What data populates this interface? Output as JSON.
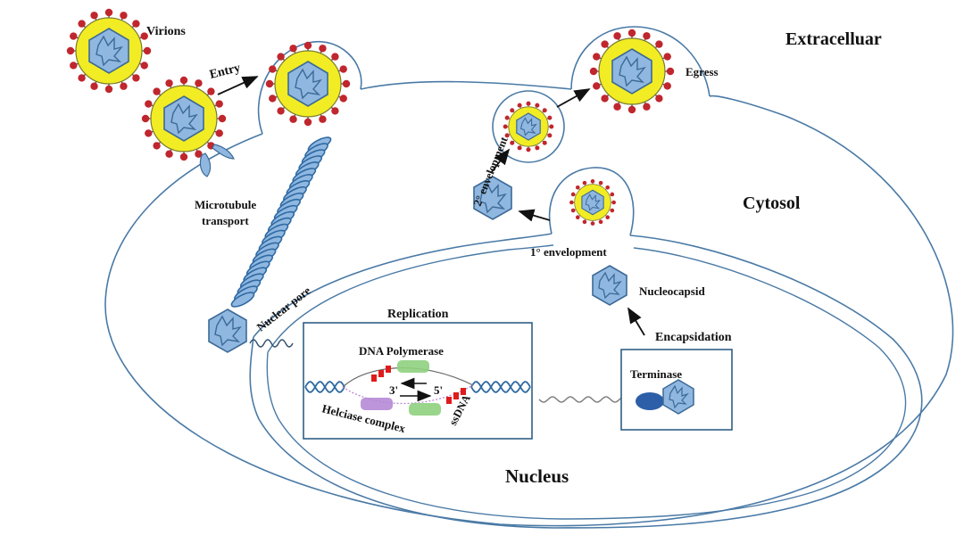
{
  "labels": {
    "virions": "Virions",
    "entry": "Entry",
    "extracellular": "Extracelluar",
    "egress": "Egress",
    "secondary_envelopment": "2° envelopment",
    "cytosol": "Cytosol",
    "microtubule_line1": "Microtubule",
    "microtubule_line2": "transport",
    "primary_envelopment": "1° envelopment",
    "nuclear_pore": "Nuclear pore",
    "nucleocapsid": "Nucleocapsid",
    "encapsidation": "Encapsidation",
    "replication": "Replication",
    "dna_polymerase": "DNA Polymerase",
    "three_prime": "3'",
    "five_prime": "5'",
    "helicase_complex": "Helciase complex",
    "ssdna": "ssDNA",
    "terminase": "Terminase",
    "nucleus": "Nucleus"
  },
  "colors": {
    "membrane": "#4a7aa6",
    "envelope": "#f2ec24",
    "envelope_outline": "#7a7a30",
    "capsid": "#8fb7e0",
    "capsid_stroke": "#3c6a96",
    "glycoprotein": "#c0262d",
    "dna": "#2f6aa3",
    "polymerase": "#8fd07f",
    "helicase": "#b58ad6",
    "primase": "#e01b1b",
    "terminase": "#2c5fa8"
  }
}
